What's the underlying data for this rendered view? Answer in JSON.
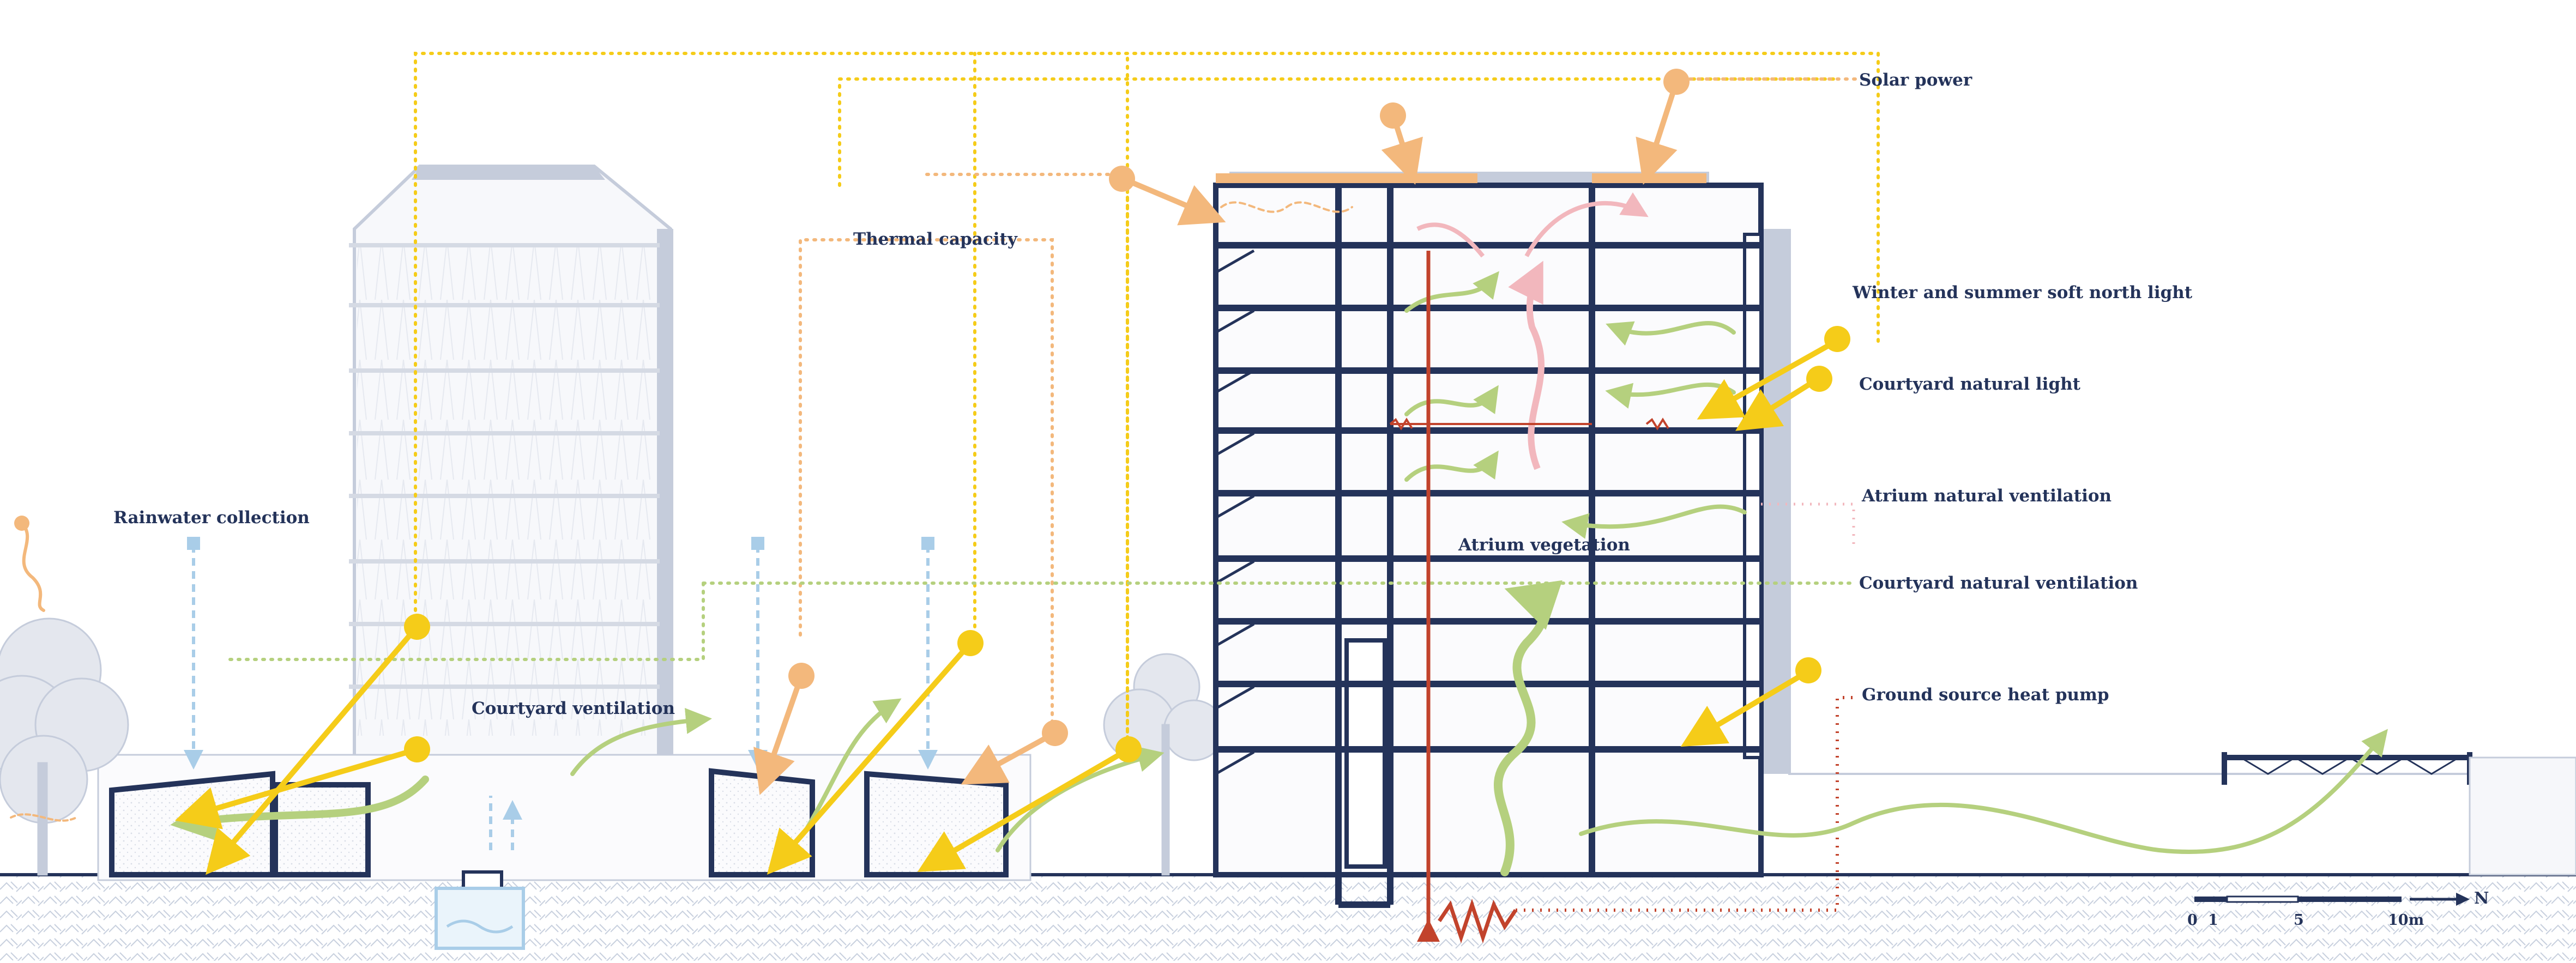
{
  "labels": {
    "solar_power": "Solar power",
    "thermal_capacity": "Thermal capacity",
    "north_light": "Winter and summer soft north light",
    "courtyard_light": "Courtyard natural light",
    "rainwater": "Rainwater collection",
    "atrium_ventilation": "Atrium natural ventilation",
    "atrium_vegetation": "Atrium vegetation",
    "courtyard_natural_ventilation": "Courtyard natural ventilation",
    "courtyard_ventilation": "Courtyard ventilation",
    "ground_source": "Ground source heat pump"
  },
  "scale_bar": {
    "ticks": [
      "0",
      "1",
      "5",
      "10m"
    ],
    "north": "N"
  },
  "colors": {
    "solar_yellow": "#f5cc19",
    "warm_orange": "#f3b87c",
    "vent_green": "#b5d07e",
    "building_navy": "#24335a",
    "heat_red": "#c2432c",
    "water_blue": "#a9cde8",
    "atrium_pink": "#f2b7bd",
    "ghost_grey": "#c5ccdb",
    "ground_hatch": "#c8d0de"
  },
  "icons": [
    "sun-icon",
    "water-droplet-icon",
    "north-arrow-icon",
    "tree-icon"
  ]
}
